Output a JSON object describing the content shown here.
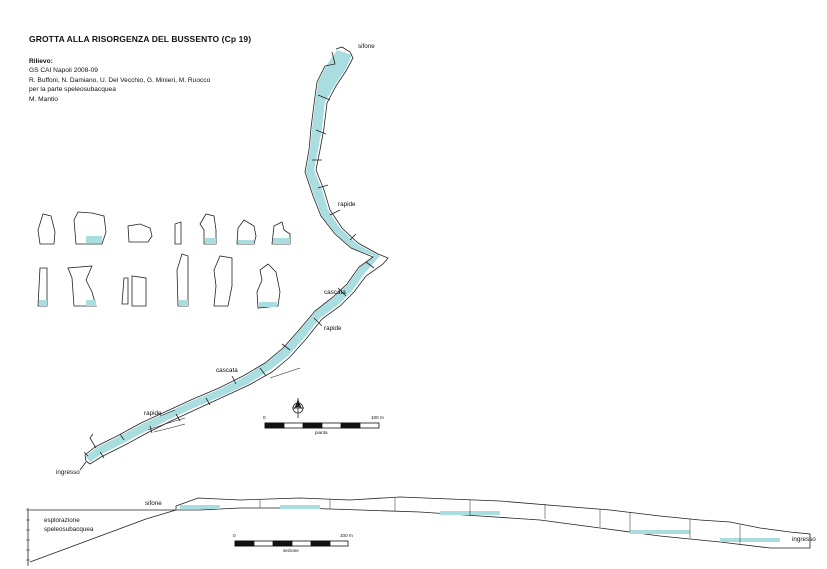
{
  "title": "GROTTA ALLA RISORGENZA DEL BUSSENTO (Cp 19)",
  "survey": {
    "heading": "Rilievo:",
    "lines": [
      "GS CAI Napoli 2008-09",
      "R. Buffoni, N. Damiano, U. Del Vecchio, G. Minieri, M. Ruocco",
      "per la parte speleosubacquea",
      "M. Mantio"
    ]
  },
  "plan": {
    "labels": {
      "sifone": "sifone",
      "rapide_1": "rapide",
      "cascata_1": "cascata",
      "rapide_2": "rapide",
      "cascata_2": "cascata",
      "rapide_3": "rapide",
      "ingresso": "ingresso"
    },
    "scale": {
      "start": "0",
      "end": "100 m",
      "caption": "pianta"
    }
  },
  "section": {
    "labels": {
      "sifone": "sifone",
      "esplorazione": "esplorazione",
      "speleosubacquea": "speleosubacquea",
      "ingresso": "ingresso"
    },
    "scale": {
      "start": "0",
      "end": "100 m",
      "caption": "sezione"
    }
  },
  "colors": {
    "water": "#a9dde0",
    "line": "#222222"
  }
}
